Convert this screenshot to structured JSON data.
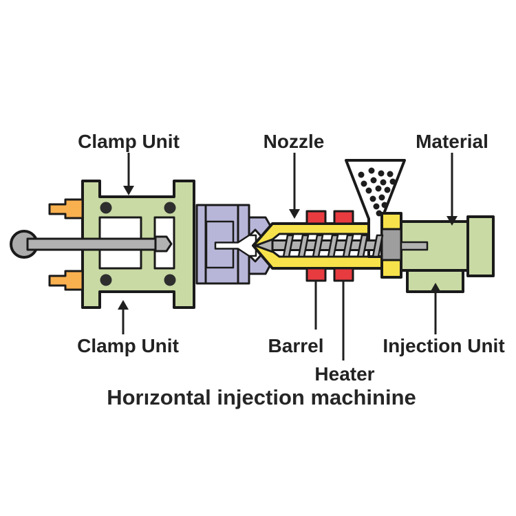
{
  "title": {
    "text": "Horızontal injection machinine"
  },
  "labels": {
    "clamp_unit_top": "Clamp Unit",
    "nozzle": "Nozzle",
    "material": "Material",
    "clamp_unit_bottom": "Clamp Unit",
    "barrel": "Barrel",
    "injection_unit": "Injection Unit",
    "heater": "Heater"
  },
  "colors": {
    "green": "#c9daa4",
    "yellow": "#f7e24b",
    "red": "#e83b40",
    "orange": "#f9b04f",
    "purple": "#b8b6d8",
    "gray_rod": "#b2b2b2",
    "gray_ball": "#acacac",
    "gray_block": "#9e9e9e",
    "bolt": "#2e2e2e",
    "dot": "#1d1d1d",
    "white": "#ffffff"
  }
}
